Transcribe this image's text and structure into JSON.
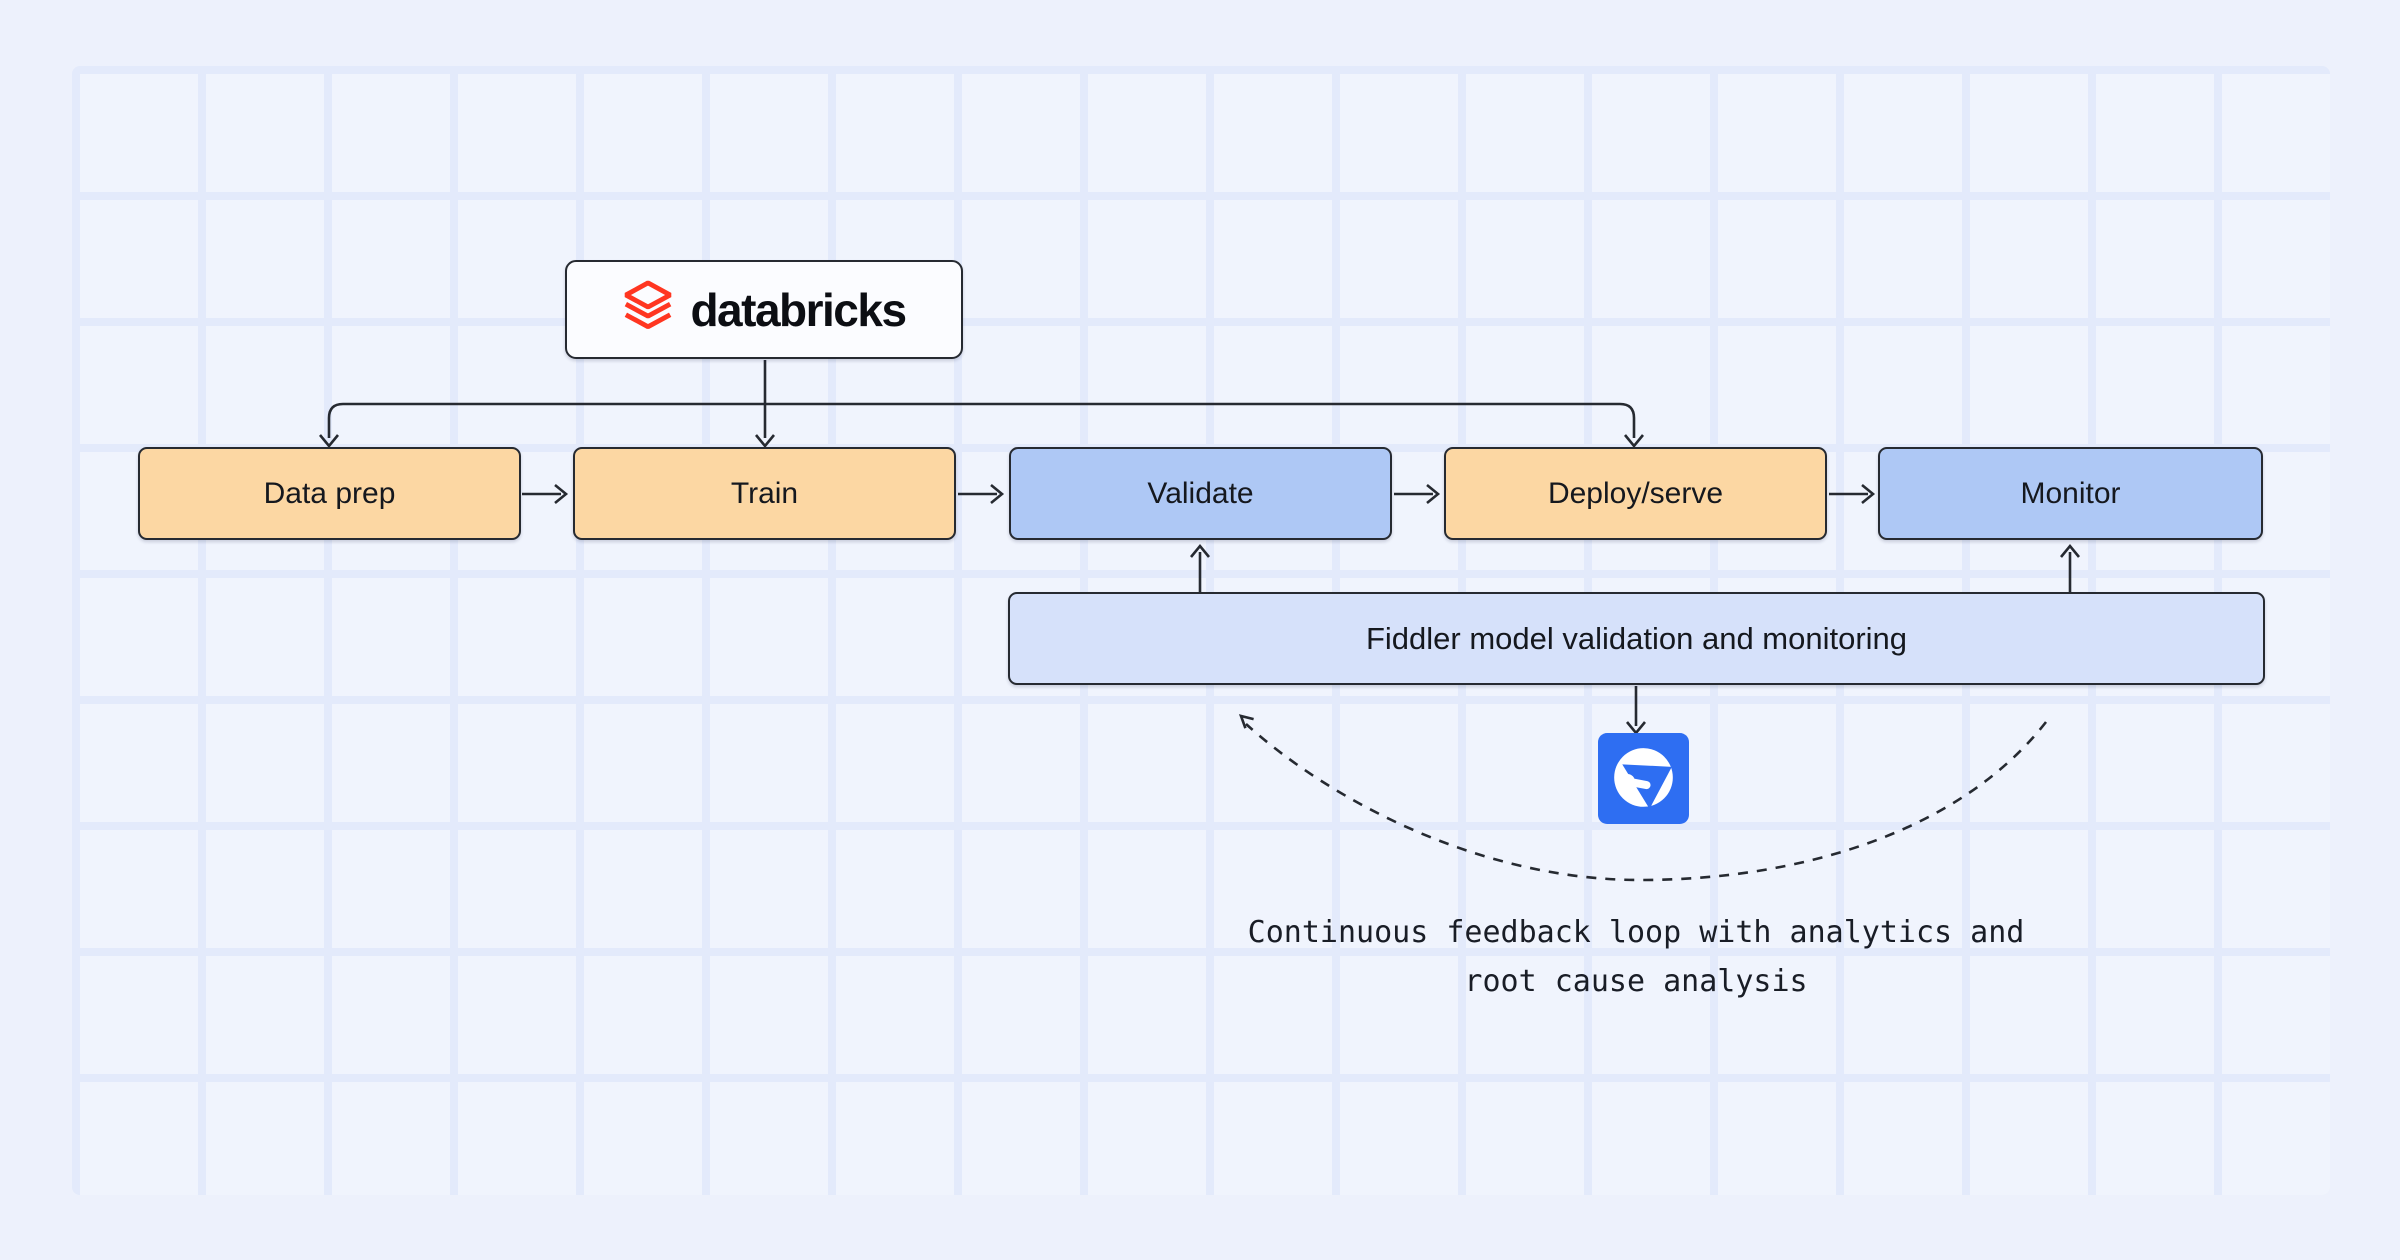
{
  "diagram": {
    "title_node": {
      "label": "databricks",
      "logo": "databricks-stacked-layers-icon"
    },
    "stages": [
      {
        "label": "Data prep",
        "color": "#fcd7a3"
      },
      {
        "label": "Train",
        "color": "#fcd7a3"
      },
      {
        "label": "Validate",
        "color": "#aec8f5"
      },
      {
        "label": "Deploy/serve",
        "color": "#fcd7a3"
      },
      {
        "label": "Monitor",
        "color": "#aec8f5"
      }
    ],
    "fiddler_bar": {
      "label": "Fiddler model validation and monitoring",
      "color": "#d6e1fa"
    },
    "fiddler_logo": {
      "icon": "fiddler-logo-icon",
      "color": "#2e6ef2"
    },
    "feedback_note": {
      "line1": "Continuous feedback loop with analytics and",
      "line2": "root cause analysis"
    },
    "colors": {
      "background": "#edf1fc",
      "grid_cell": "#f0f4fd",
      "grid_line": "#e3eafb",
      "stage_orange": "#fcd7a3",
      "stage_blue": "#aec8f5",
      "fiddler_bar_blue": "#d6e1fa",
      "fiddler_brand_blue": "#2e6ef2",
      "databricks_red": "#ff3621",
      "stroke_dark": "#262a31"
    }
  }
}
